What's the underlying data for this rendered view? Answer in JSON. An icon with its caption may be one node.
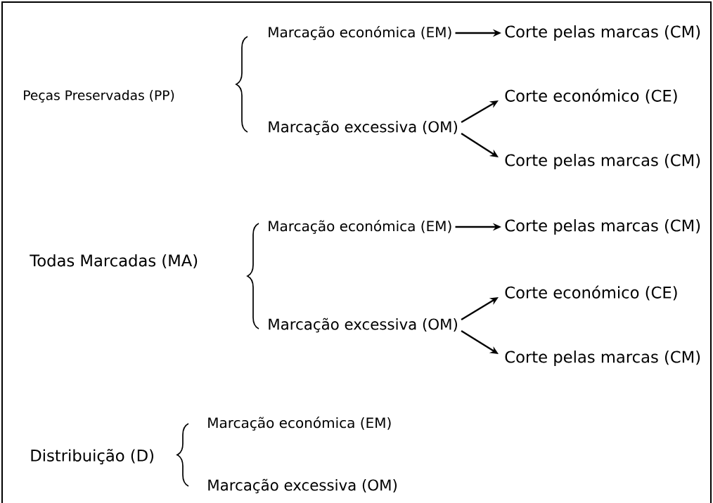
{
  "diagram": {
    "nodes": [
      {
        "text": [
          "Peças Preservadas (PP)"
        ]
      },
      {
        "text": [
          "Marcação económica (EM)"
        ]
      },
      {
        "text": [
          "Corte pelas marcas (CM)"
        ]
      },
      {
        "text": [
          "Marcação excessiva (OM)"
        ]
      },
      {
        "text": [
          "Corte económico (CE)"
        ]
      },
      {
        "text": [
          "Corte pelas marcas (CM)"
        ]
      },
      {
        "text": [
          "Todas Marcadas (MA)"
        ]
      },
      {
        "text": [
          "Marcação económica (EM)"
        ]
      },
      {
        "text": [
          "Corte pelas marcas (CM)"
        ]
      },
      {
        "text": [
          "Marcação excessiva (OM)"
        ]
      },
      {
        "text": [
          "Corte económico (CE)"
        ]
      },
      {
        "text": [
          "Corte pelas marcas (CM)"
        ]
      },
      {
        "text": [
          "Distribuição (D)"
        ]
      },
      {
        "text": [
          "Marcação económica (EM)"
        ]
      },
      {
        "text": [
          "Marcação excessiva (OM)"
        ]
      }
    ],
    "edges": [
      {
        "from": 1,
        "to": 2,
        "arrow": "to"
      },
      {
        "from": 3,
        "to": 4,
        "arrow": "to"
      },
      {
        "from": 3,
        "to": 5,
        "arrow": "to"
      },
      {
        "from": 7,
        "to": 8,
        "arrow": "to"
      },
      {
        "from": 9,
        "to": 10,
        "arrow": "to"
      },
      {
        "from": 9,
        "to": 11,
        "arrow": "to"
      }
    ]
  }
}
